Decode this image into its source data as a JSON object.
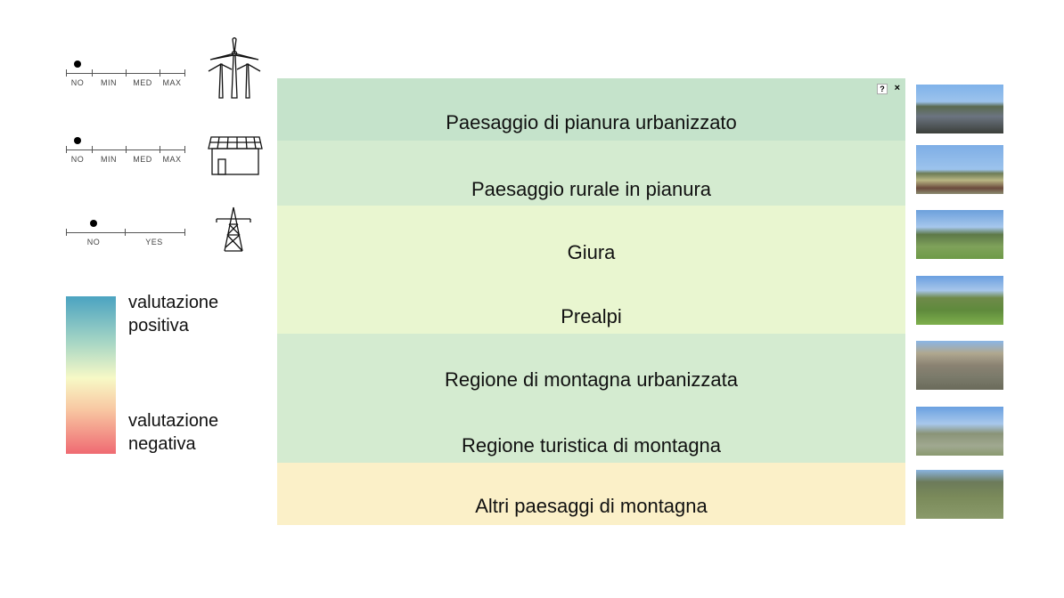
{
  "sliders": [
    {
      "name": "wind",
      "labels": [
        "NO",
        "MIN",
        "MED",
        "MAX"
      ],
      "selected": "NO"
    },
    {
      "name": "solar",
      "labels": [
        "NO",
        "MIN",
        "MED",
        "MAX"
      ],
      "selected": "NO"
    },
    {
      "name": "power-line",
      "labels": [
        "NO",
        "YES"
      ],
      "selected": "NO"
    }
  ],
  "legend": {
    "positive": "valutazione positiva",
    "negative": "valutazione negativa",
    "colors": [
      "#4ba3c1",
      "#f7f9c6",
      "#ef6a72"
    ]
  },
  "panel": {
    "help": "?",
    "close": "×"
  },
  "rows": [
    {
      "label": "Paesaggio di pianura urbanizzato",
      "color": "#c5e3cb"
    },
    {
      "label": "Paesaggio rurale in pianura",
      "color": "#d4ebd0"
    },
    {
      "label": "Giura",
      "color": "#e9f6d0"
    },
    {
      "label": "Prealpi",
      "color": "#e9f6d0"
    },
    {
      "label": "Regione di montagna urbanizzata",
      "color": "#d4ebd0"
    },
    {
      "label": "Regione turistica di montagna",
      "color": "#d4ebd0"
    },
    {
      "label": "Altri paesaggi di montagna",
      "color": "#fbf0c8"
    }
  ]
}
